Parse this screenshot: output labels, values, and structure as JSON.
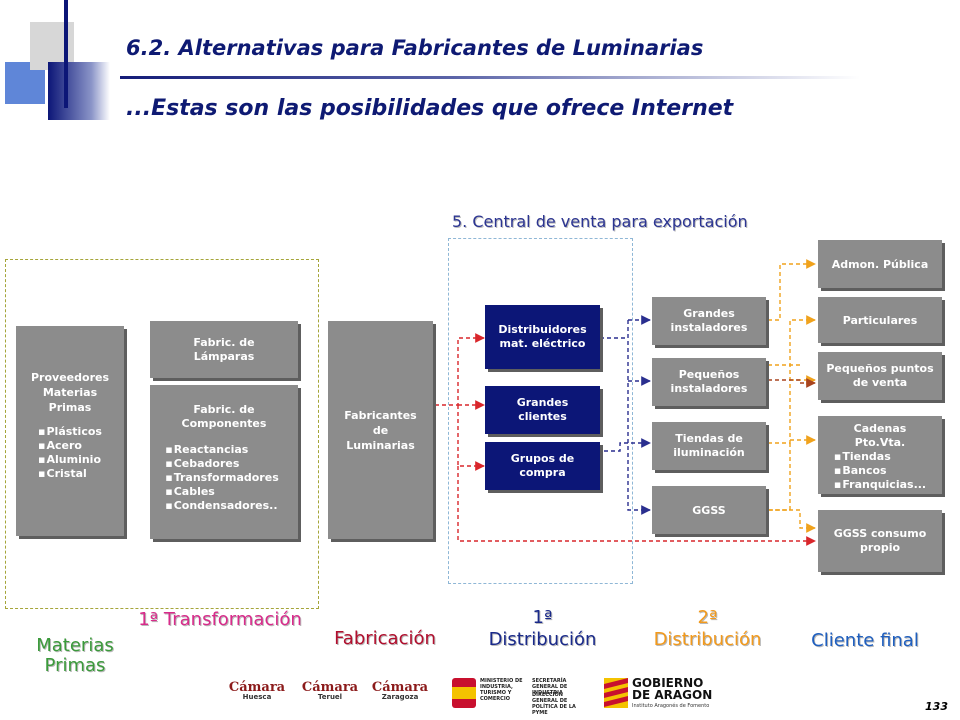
{
  "header": {
    "title": "6.2. Alternativas para Fabricantes de Luminarias",
    "subtitle": "...Estas son las posibilidades que ofrece Internet",
    "page_number": "133"
  },
  "central_label": "5. Central de venta para exportación",
  "boxes": {
    "proveedores": {
      "title": "Proveedores Materias Primas",
      "items": [
        "Plásticos",
        "Acero",
        "Aluminio",
        "Cristal"
      ]
    },
    "fabric_lamparas": "Fabric. de Lámparas",
    "fabric_componentes": {
      "title": "Fabric. de Componentes",
      "items": [
        "Reactancias",
        "Cebadores",
        "Transformadores",
        "Cables",
        "Condensadores.."
      ]
    },
    "fabricantes": "Fabricantes de Luminarias",
    "distribuidores": "Distribuidores mat. eléctrico",
    "grandes_clientes": "Grandes clientes",
    "grupos_compra": "Grupos de compra",
    "grandes_instaladores": "Grandes instaladores",
    "pequenos_instaladores": "Pequeños instaladores",
    "tiendas": "Tiendas de iluminación",
    "ggss": "GGSS",
    "admon": "Admon. Pública",
    "particulares": "Particulares",
    "pequenos_puntos": "Pequeños puntos de venta",
    "cadenas": {
      "title": "Cadenas Pto.Vta.",
      "items": [
        "Tiendas",
        "Bancos",
        "Franquicias..."
      ]
    },
    "ggss_consumo": "GGSS consumo propio"
  },
  "stages": {
    "materias_primas": "Materias Primas",
    "transformacion": "1ª Transformación",
    "fabricacion": "Fabricación",
    "distribucion1": "1ª Distribución",
    "distribucion2": "2ª Distribución",
    "cliente_final": "Cliente final"
  },
  "logos": {
    "camara1": "Cámara",
    "camara1_city": "Huesca",
    "camara2": "Cámara",
    "camara2_city": "Teruel",
    "camara3": "Cámara",
    "camara3_city": "Zaragoza",
    "ministerio": "MINISTERIO DE INDUSTRIA, TURISMO Y COMERCIO",
    "secretaria": "SECRETARÍA GENERAL DE INDUSTRIA",
    "direccion": "DIRECCIÓN GENERAL DE POLÍTICA DE LA PYME",
    "gobierno": "GOBIERNO DE ARAGON",
    "instituto": "Instituto Aragonés de Fomento"
  },
  "colors": {
    "navy": "#0c1677",
    "gray_box": "#8c8c8c",
    "arrow_red": "#d9262b",
    "arrow_blue": "#2a2f8f",
    "arrow_orange": "#f0a21c",
    "stage_pink": "#d82c8b",
    "stage_orange": "#f29a1d"
  }
}
